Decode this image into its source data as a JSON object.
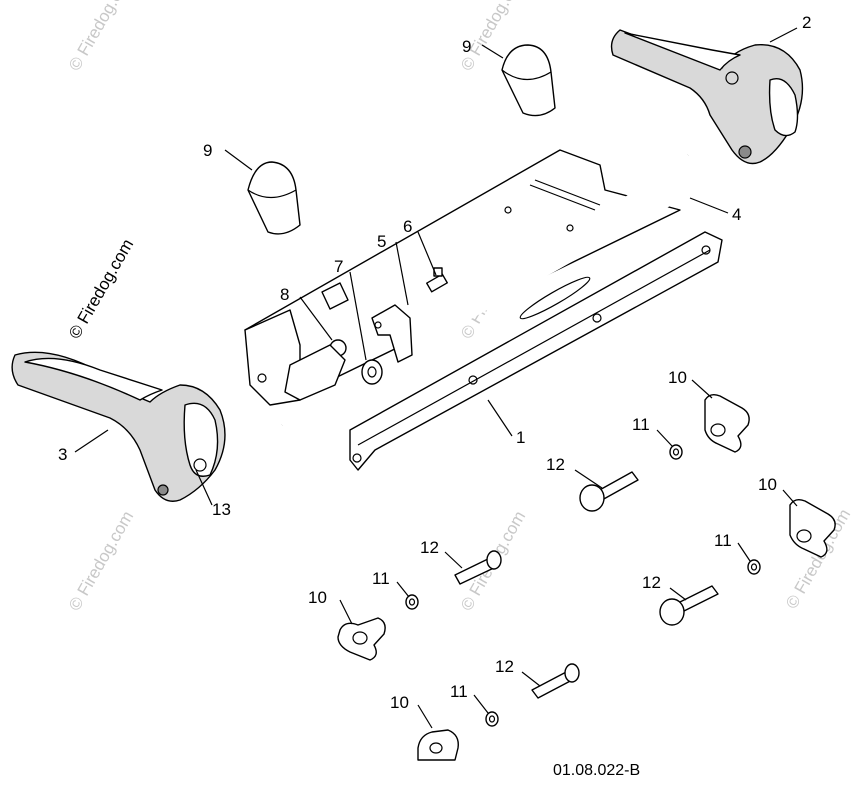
{
  "diagram": {
    "drawing_number": "01.08.022-B",
    "watermark_text": "© Firedog.com",
    "callouts": [
      {
        "id": "c1",
        "text": "1"
      },
      {
        "id": "c2",
        "text": "2"
      },
      {
        "id": "c3",
        "text": "3"
      },
      {
        "id": "c4",
        "text": "4"
      },
      {
        "id": "c5",
        "text": "5"
      },
      {
        "id": "c6",
        "text": "6"
      },
      {
        "id": "c7",
        "text": "7"
      },
      {
        "id": "c8",
        "text": "8"
      },
      {
        "id": "c9a",
        "text": "9"
      },
      {
        "id": "c9b",
        "text": "9"
      },
      {
        "id": "c10a",
        "text": "10"
      },
      {
        "id": "c10b",
        "text": "10"
      },
      {
        "id": "c10c",
        "text": "10"
      },
      {
        "id": "c10d",
        "text": "10"
      },
      {
        "id": "c11a",
        "text": "11"
      },
      {
        "id": "c11b",
        "text": "11"
      },
      {
        "id": "c11c",
        "text": "11"
      },
      {
        "id": "c11d",
        "text": "11"
      },
      {
        "id": "c12a",
        "text": "12"
      },
      {
        "id": "c12b",
        "text": "12"
      },
      {
        "id": "c12c",
        "text": "12"
      },
      {
        "id": "c12d",
        "text": "12"
      },
      {
        "id": "c13",
        "text": "13"
      }
    ]
  }
}
